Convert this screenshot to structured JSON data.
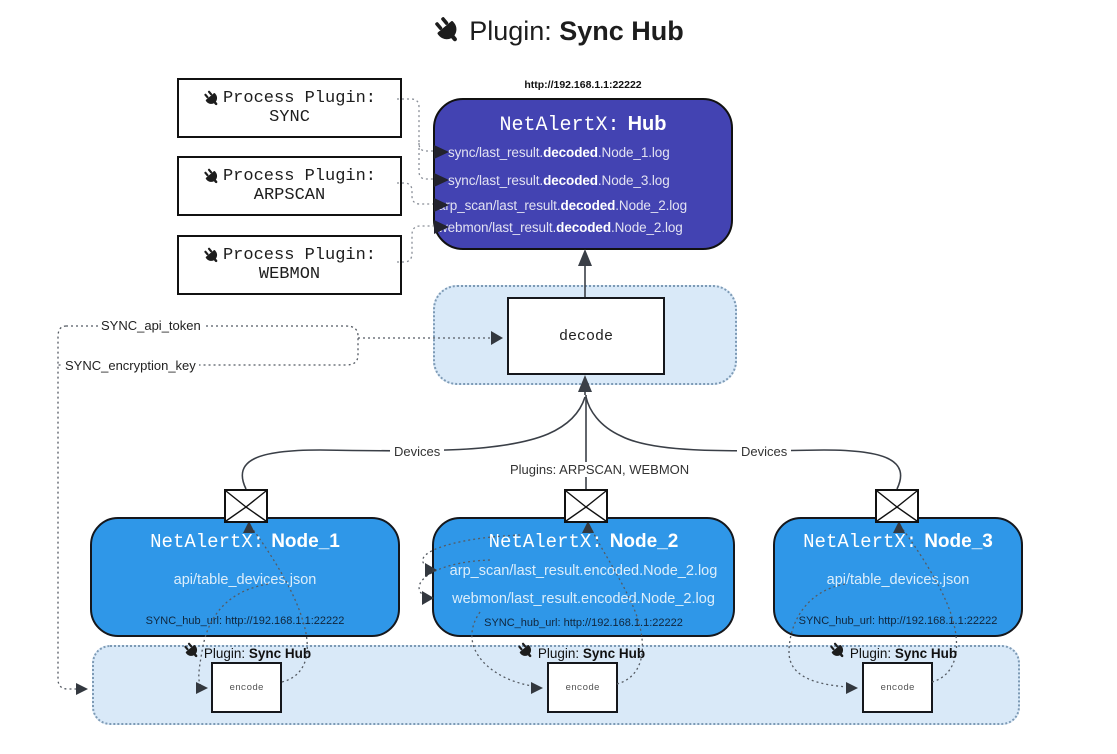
{
  "title": {
    "prefix": "Plugin:",
    "name": "Sync Hub"
  },
  "hub": {
    "url_label": "http://192.168.1.1:22222",
    "name_prefix": "NetAlertX:",
    "name": "Hub",
    "logs": [
      {
        "pre": "sync/last_result.",
        "bold": "decoded",
        "post": ".Node_1.log"
      },
      {
        "pre": "sync/last_result.",
        "bold": "decoded",
        "post": ".Node_3.log"
      },
      {
        "pre": "arp_scan/last_result.",
        "bold": "decoded",
        "post": ".Node_2.log"
      },
      {
        "pre": "webmon/last_result.",
        "bold": "decoded",
        "post": ".Node_2.log"
      }
    ]
  },
  "process_plugins": [
    {
      "label": "Process Plugin:",
      "name": "SYNC"
    },
    {
      "label": "Process Plugin:",
      "name": "ARPSCAN"
    },
    {
      "label": "Process Plugin:",
      "name": "WEBMON"
    }
  ],
  "decode": {
    "label": "decode"
  },
  "settings": {
    "api_token": "SYNC_api_token",
    "encryption_key": "SYNC_encryption_key"
  },
  "edges": {
    "devices_left": "Devices",
    "plugins_mid": "Plugins: ARPSCAN, WEBMON",
    "devices_right": "Devices"
  },
  "nodes": [
    {
      "prefix": "NetAlertX:",
      "name": "Node_1",
      "files": [
        "api/table_devices.json"
      ],
      "hub_url": "SYNC_hub_url: http://192.168.1.1:22222"
    },
    {
      "prefix": "NetAlertX:",
      "name": "Node_2",
      "files": [
        "arp_scan/last_result.encoded.Node_2.log",
        "webmon/last_result.encoded.Node_2.log"
      ],
      "hub_url": "SYNC_hub_url: http://192.168.1.1:22222"
    },
    {
      "prefix": "NetAlertX:",
      "name": "Node_3",
      "files": [
        "api/table_devices.json"
      ],
      "hub_url": "SYNC_hub_url: http://192.168.1.1:22222"
    }
  ],
  "encoders": [
    {
      "label_prefix": "Plugin:",
      "label_name": "Sync Hub",
      "box_label": "encode"
    },
    {
      "label_prefix": "Plugin:",
      "label_name": "Sync Hub",
      "box_label": "encode"
    },
    {
      "label_prefix": "Plugin:",
      "label_name": "Sync Hub",
      "box_label": "encode"
    }
  ],
  "colors": {
    "hub_fill": "#4343B2",
    "node_fill": "#2F97E8",
    "panel_fill": "#D9E9F8",
    "panel_border": "#7d9ab5",
    "box_border": "#15171c",
    "wire": "#3a3f47",
    "dotted_wire": "#555b63"
  }
}
